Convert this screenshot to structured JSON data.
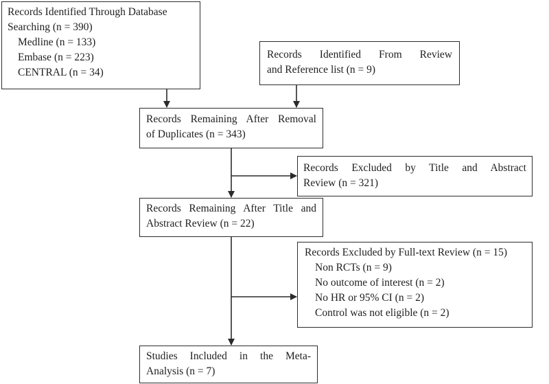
{
  "boxes": {
    "database": {
      "line1": "Records Identified Through Database",
      "line2": "Searching (n = 390)",
      "items": [
        "Medline (n = 133)",
        "Embase (n = 223)",
        "CENTRAL (n = 34)"
      ]
    },
    "review_reference": {
      "line1": "Records Identified From Review",
      "line2": "and Reference list (n = 9)"
    },
    "after_duplicates": {
      "line1": "Records Remaining After Removal",
      "line2": "of Duplicates (n = 343)"
    },
    "excluded_title_abstract": {
      "line1": "Records Excluded by Title and Abstract",
      "line2": "Review (n = 321)"
    },
    "after_title_abstract": {
      "line1": "Records Remaining After Title and",
      "line2": "Abstract Review (n = 22)"
    },
    "excluded_fulltext": {
      "line1": "Records Excluded by Full-text Review (n = 15)",
      "items": [
        "Non RCTs (n = 9)",
        "No outcome of interest (n = 2)",
        "No HR or 95% CI (n = 2)",
        "Control was not eligible (n = 2)"
      ]
    },
    "included": {
      "line1": "Studies Included in the Meta-",
      "line2": "Analysis (n = 7)"
    }
  },
  "colors": {
    "stroke": "#2b2b2b",
    "text": "#1e1e1e",
    "background": "#ffffff"
  }
}
